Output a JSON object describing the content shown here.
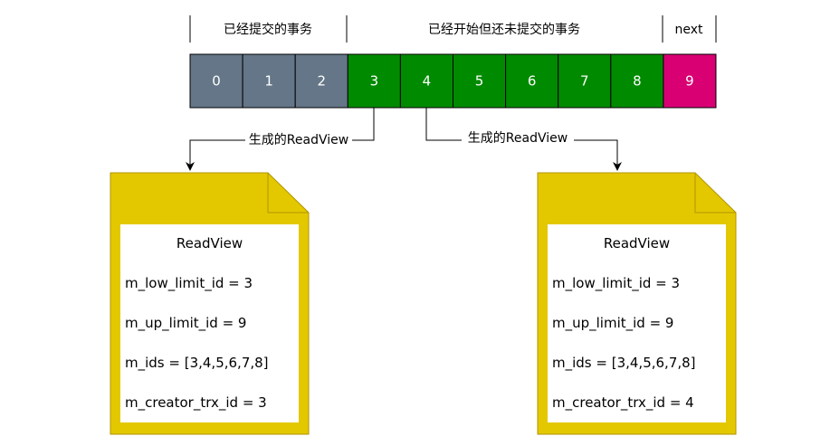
{
  "header": {
    "committed": "已经提交的事务",
    "uncommitted": "已经开始但还未提交的事务",
    "next": "next"
  },
  "cells": [
    {
      "id": "0",
      "state": "committed"
    },
    {
      "id": "1",
      "state": "committed"
    },
    {
      "id": "2",
      "state": "committed"
    },
    {
      "id": "3",
      "state": "active"
    },
    {
      "id": "4",
      "state": "active"
    },
    {
      "id": "5",
      "state": "active"
    },
    {
      "id": "6",
      "state": "active"
    },
    {
      "id": "7",
      "state": "active"
    },
    {
      "id": "8",
      "state": "active"
    },
    {
      "id": "9",
      "state": "next"
    }
  ],
  "colors": {
    "committed": "#647687",
    "active": "#008a00",
    "next": "#d80073",
    "document": "#e3c800",
    "document_border": "#b09500"
  },
  "arrow_label": "生成的ReadView",
  "readviews": [
    {
      "title": "ReadView",
      "rows": [
        "m_low_limit_id = 3",
        "m_up_limit_id = 9",
        "m_ids = [3,4,5,6,7,8]",
        "m_creator_trx_id = 3"
      ]
    },
    {
      "title": "ReadView",
      "rows": [
        "m_low_limit_id = 3",
        "m_up_limit_id = 9",
        "m_ids = [3,4,5,6,7,8]",
        "m_creator_trx_id = 4"
      ]
    }
  ]
}
